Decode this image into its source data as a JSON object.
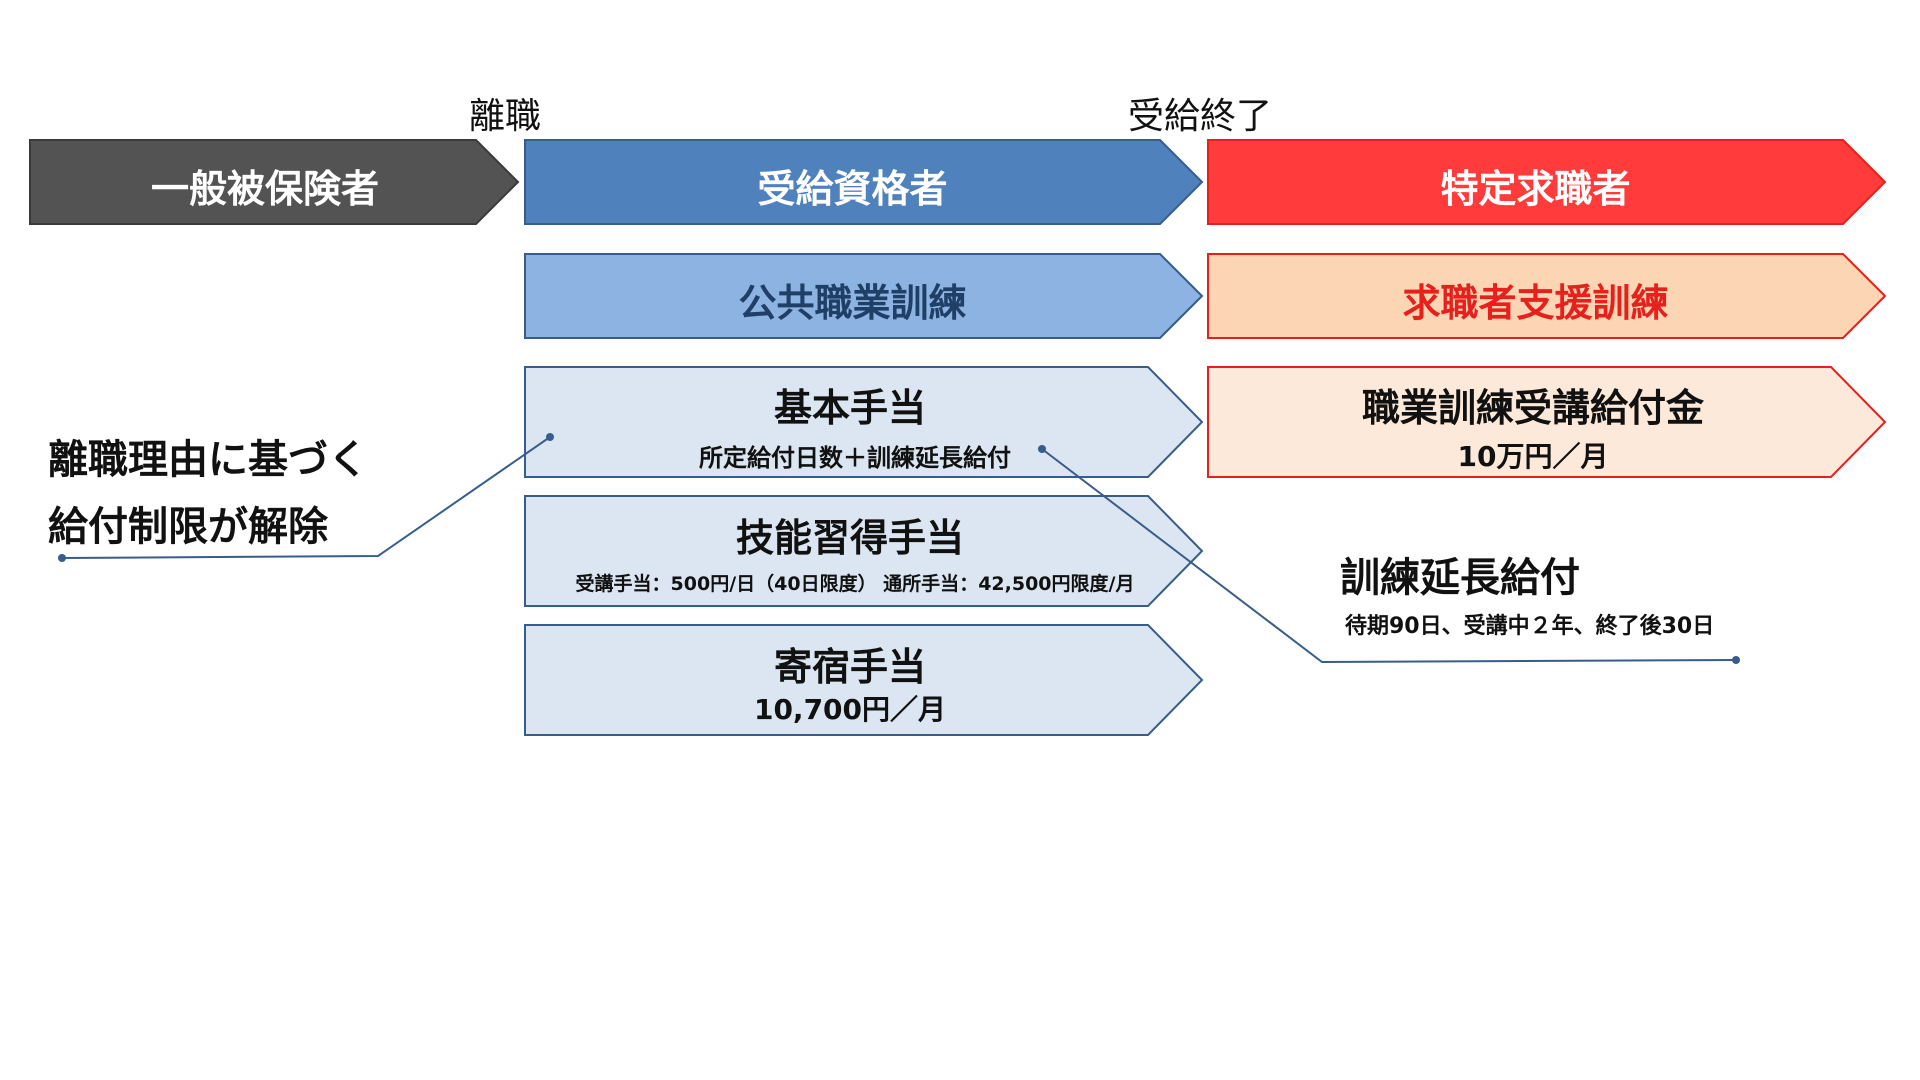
{
  "colors": {
    "gray_fill": "#535353",
    "blue_fill": "#4f81bd",
    "red_fill": "#ff3b3b",
    "light_blue_fill": "#8db3e2",
    "peach_fill": "#fcd5b5",
    "pale_blue_fill": "#dce6f2",
    "pale_peach_fill": "#fde9d9",
    "blue_border": "#385d8a",
    "red_border": "#e8201c",
    "connector": "#385d8a"
  },
  "timeline": {
    "separation_label": "離職",
    "benefit_end_label": "受給終了"
  },
  "stages": {
    "insured": "一般被保険者",
    "eligible": "受給資格者",
    "specific_job_seeker": "特定求職者"
  },
  "training": {
    "public": "公共職業訓練",
    "support": "求職者支援訓練"
  },
  "allowances": {
    "basic": {
      "title": "基本手当",
      "detail": "所定給付日数＋訓練延長給付"
    },
    "skill": {
      "title": "技能習得手当",
      "detail": "受講手当：500円/日（40日限度） 通所手当：42,500円限度/月"
    },
    "lodging": {
      "title": "寄宿手当",
      "detail": "10,700円／月"
    },
    "vocational": {
      "title": "職業訓練受講給付金",
      "detail": "10万円／月"
    }
  },
  "annotations": {
    "restriction_line1": "離職理由に基づく",
    "restriction_line2": "給付制限が解除",
    "extension_title": "訓練延長給付",
    "extension_detail": "待期90日、受講中２年、終了後30日"
  }
}
